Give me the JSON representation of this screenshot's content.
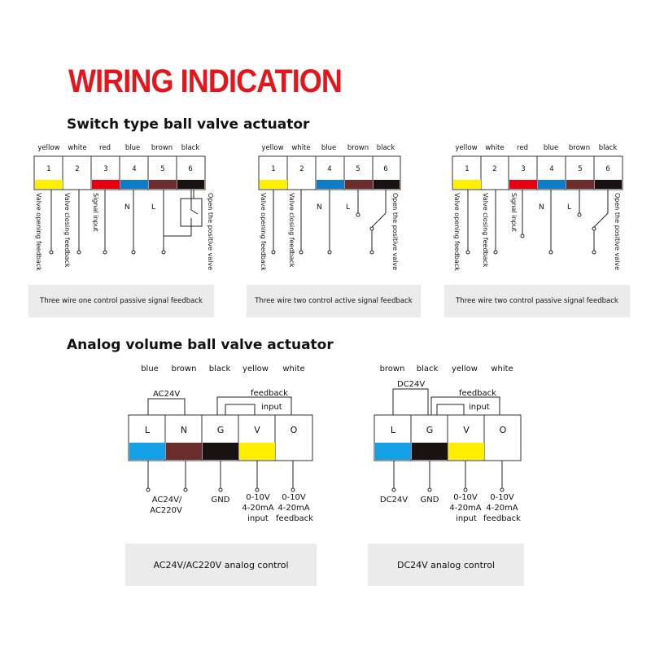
{
  "page_title": "WIRING INDICATION",
  "switch_section": {
    "heading": "Switch type ball valve actuator",
    "diagrams": [
      {
        "colors": [
          "yellow",
          "white",
          "red",
          "blue",
          "brown",
          "black"
        ],
        "numbers": [
          "1",
          "2",
          "3",
          "4",
          "5",
          "6"
        ],
        "labels": {
          "valve_opening": "Valve opening feedback",
          "valve_closing": "Valve closing feedback",
          "signal": "Signal input",
          "n": "N",
          "l": "L",
          "open_positive": "Open the positive valve"
        },
        "caption": "Three wire one control passive signal feedback"
      },
      {
        "colors": [
          "yellow",
          "white",
          "blue",
          "brown",
          "black"
        ],
        "numbers": [
          "1",
          "2",
          "4",
          "5",
          "6"
        ],
        "labels": {
          "valve_opening": "Valve opening feedback",
          "valve_closing": "Valve closing feedback",
          "n": "N",
          "l": "L",
          "open_positive": "Open the positive valve"
        },
        "caption": "Three wire two control active signal feedback"
      },
      {
        "colors": [
          "yellow",
          "white",
          "red",
          "blue",
          "brown",
          "black"
        ],
        "numbers": [
          "1",
          "2",
          "3",
          "4",
          "5",
          "6"
        ],
        "labels": {
          "valve_opening": "Valve opening feedback",
          "valve_closing": "Valve closing feedback",
          "signal": "Signal input",
          "n": "N",
          "l": "L",
          "open_positive": "Open the positive valve"
        },
        "caption": "Three wire two control passive signal feedback"
      }
    ]
  },
  "analog_section": {
    "heading": "Analog volume ball valve actuator",
    "diagrams": [
      {
        "colors": [
          "blue",
          "brown",
          "black",
          "yellow",
          "white"
        ],
        "letters": [
          "L",
          "N",
          "G",
          "V",
          "O"
        ],
        "power": "AC24V",
        "feedback": "feedback",
        "input": "input",
        "bottom": {
          "power_a": "AC24V/",
          "power_b": "AC220V",
          "gnd": "GND",
          "v_a": "0-10V",
          "v_b": "4-20mA",
          "v_c": "input",
          "o_a": "0-10V",
          "o_b": "4-20mA",
          "o_c": "feedback"
        },
        "caption": "AC24V/AC220V analog control"
      },
      {
        "colors": [
          "brown",
          "black",
          "yellow",
          "white"
        ],
        "letters": [
          "L",
          "G",
          "V",
          "O"
        ],
        "power": "DC24V",
        "feedback": "feedback",
        "input": "input",
        "bottom": {
          "power_a": "DC24V",
          "gnd": "GND",
          "v_a": "0-10V",
          "v_b": "4-20mA",
          "v_c": "input",
          "o_a": "0-10V",
          "o_b": "4-20mA",
          "o_c": "feedback"
        },
        "caption": "DC24V analog control"
      }
    ]
  },
  "swatches": {
    "yellow": "#ffee00",
    "white": "#ffffff",
    "red": "#e60012",
    "blue": "#0f7cc6",
    "brown": "#6b2c2c",
    "black": "#1a1212",
    "blue_analog": "#14a0e6"
  },
  "title_color": "#e4161b"
}
